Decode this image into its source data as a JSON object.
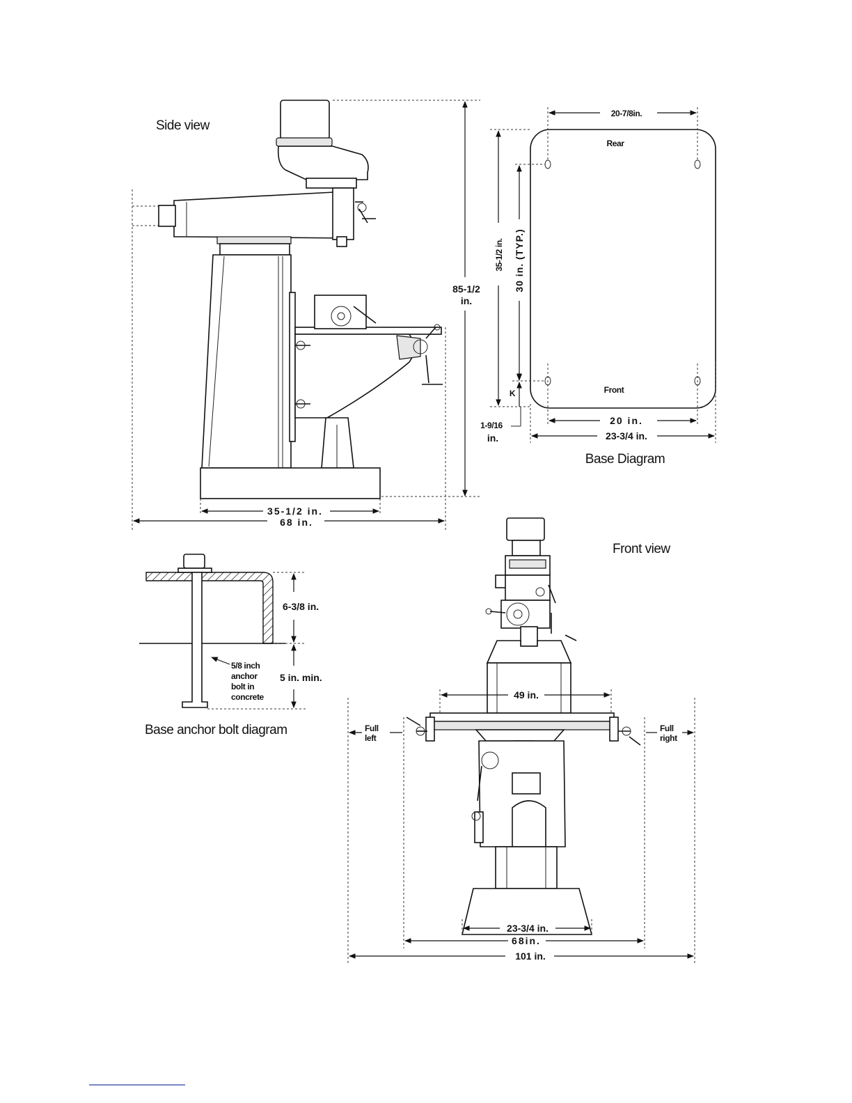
{
  "side_view": {
    "title": "Side view",
    "height_value": "85-1/2",
    "height_unit": "in.",
    "base_depth": "35-1/2 in.",
    "overall_length": "68 in."
  },
  "base_diagram": {
    "title": "Base Diagram",
    "rear_label": "Rear",
    "front_label": "Front",
    "top_width": "20-7/8in.",
    "depth": "35-1/2 in.",
    "hole_spacing": "30 in. (TYP.)",
    "k_label": "K",
    "offset_value": "1-9/16",
    "offset_unit": "in.",
    "bottom_hole_width": "20 in.",
    "overall_width": "23-3/4 in."
  },
  "anchor_bolt": {
    "title": "Base anchor bolt diagram",
    "upper_dim": "6-3/8 in.",
    "lower_dim": "5 in. min.",
    "bolt_note": [
      "5/8 inch",
      "anchor",
      "bolt in",
      "concrete"
    ]
  },
  "front_view": {
    "title": "Front view",
    "table_width": "49 in.",
    "full_left": [
      "Full",
      "left"
    ],
    "full_right": [
      "Full",
      "right"
    ],
    "base_width": "23-3/4 in.",
    "travel_width": "68in.",
    "overall_width": "101 in."
  }
}
